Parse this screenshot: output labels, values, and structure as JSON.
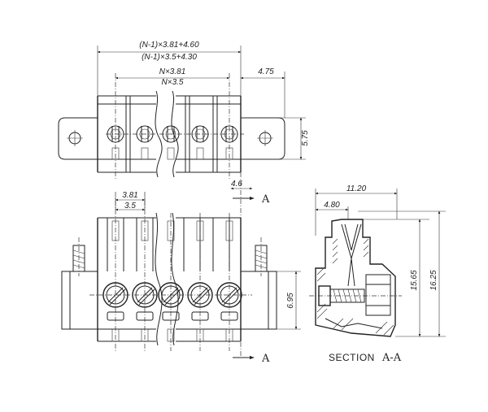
{
  "dimensions": {
    "overall_381": "(N-1)×3.81+4.60",
    "overall_35": "(N-1)×3.5+4.30",
    "pitch_span_381": "N×3.81",
    "pitch_span_35": "N×3.5",
    "side_offset": "4.75",
    "height_top": "5.75",
    "section_offset": "4.6",
    "pitch_381": "3.81",
    "pitch_35": "3.5",
    "front_height": "6.95",
    "section_width": "11.20",
    "section_inner": "4.80",
    "section_h1": "15.65",
    "section_h2": "16.25"
  },
  "labels": {
    "section_mark_top": "A",
    "section_mark_bottom": "A",
    "section_caption_word": "SECTION",
    "section_caption_id": "A-A"
  }
}
